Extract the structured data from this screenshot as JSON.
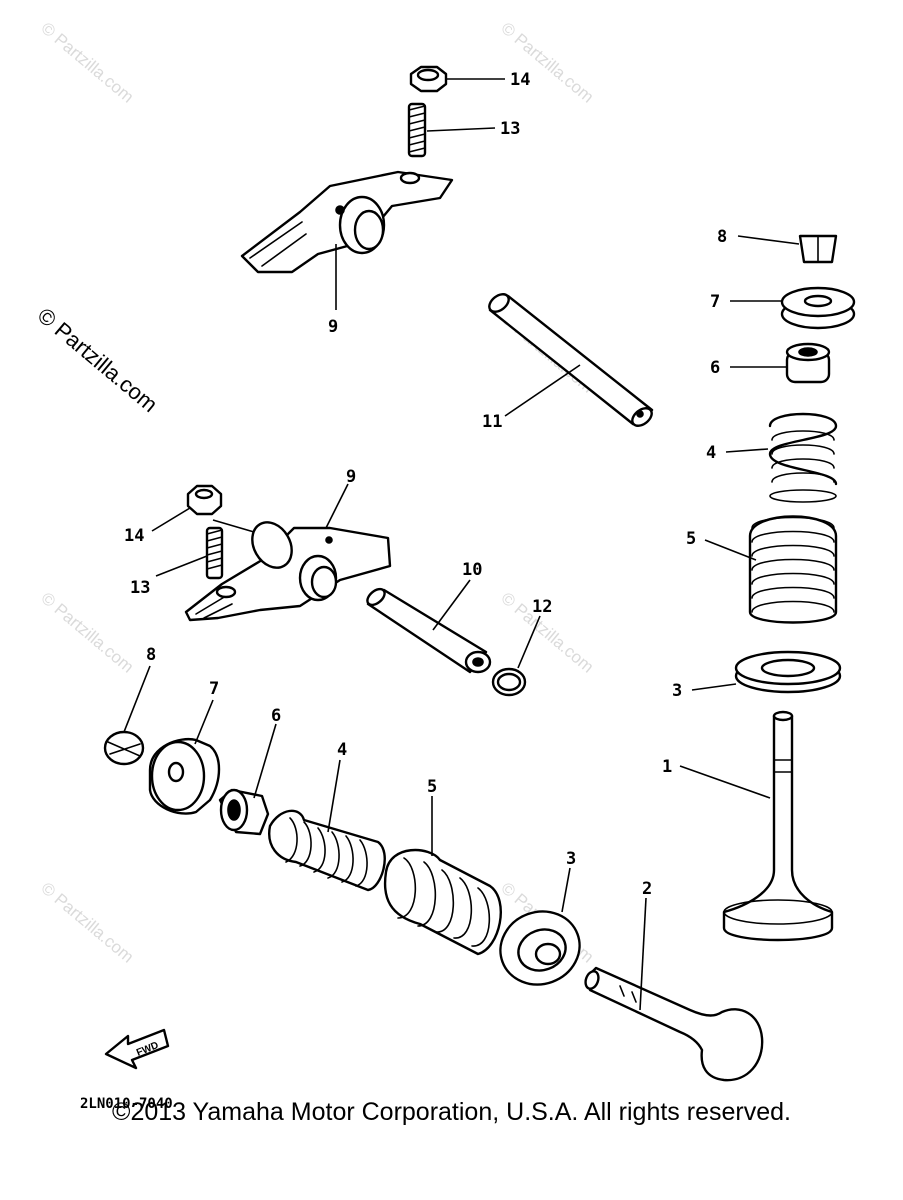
{
  "diagram": {
    "callouts": {
      "top_nut": "14",
      "top_adjuster": "13",
      "top_arm": "9",
      "top_shaft": "11",
      "r_cotter": "8",
      "r_retainer": "7",
      "r_seal": "6",
      "r_inner_spring": "4",
      "r_outer_spring": "5",
      "r_seat": "3",
      "r_valve": "1",
      "m_arm": "9",
      "m_nut": "14",
      "m_adjuster": "13",
      "m_shaft": "10",
      "m_ring": "12",
      "b_cotter": "8",
      "b_retainer": "7",
      "b_seal": "6",
      "b_inner_spring": "4",
      "b_outer_spring": "5",
      "b_seat": "3",
      "b_valve": "2"
    },
    "fwd_label": "FWD",
    "diagram_code": "2LN010-7040",
    "watermark_text": "© Partzilla.com"
  },
  "footer": {
    "copyright": "©2013 Yamaha Motor Corporation, U.S.A. All rights reserved."
  }
}
